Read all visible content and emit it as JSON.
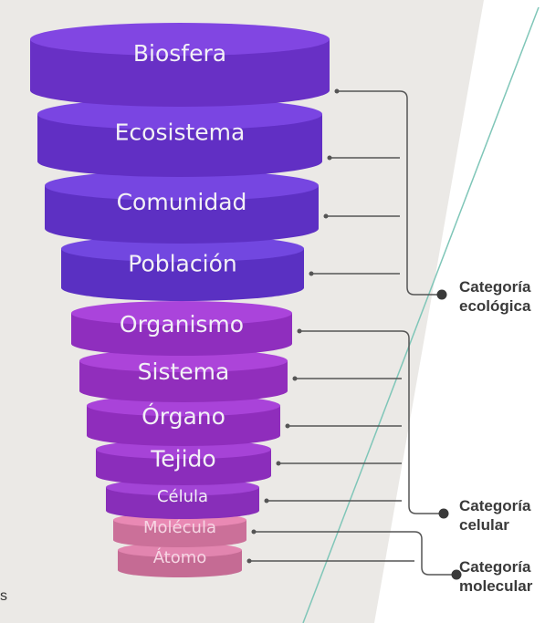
{
  "levels": [
    {
      "label": "Biosfera",
      "color": "#7636e0",
      "group": "ecologica"
    },
    {
      "label": "Ecosistema",
      "color": "#6e35df",
      "group": "ecologica"
    },
    {
      "label": "Comunidad",
      "color": "#6a36de",
      "group": "ecologica"
    },
    {
      "label": "Población",
      "color": "#6637dd",
      "group": "ecologica"
    },
    {
      "label": "Organismo",
      "color": "#a334d8",
      "group": "celular"
    },
    {
      "label": "Sistema",
      "color": "#a534d6",
      "group": "celular"
    },
    {
      "label": "Órgano",
      "color": "#a233d6",
      "group": "celular"
    },
    {
      "label": "Tejido",
      "color": "#9e33d4",
      "group": "celular"
    },
    {
      "label": "Célula",
      "color": "#9a34d2",
      "group": "celular"
    },
    {
      "label": "Molécula",
      "color": "#e77fae",
      "group": "molecular"
    },
    {
      "label": "Átomo",
      "color": "#e07aa8",
      "group": "molecular"
    }
  ],
  "categories": [
    {
      "id": "ecologica",
      "line1": "Categoría",
      "line2": "ecológica"
    },
    {
      "id": "celular",
      "line1": "Categoría",
      "line2": "celular"
    },
    {
      "id": "molecular",
      "line1": "Categoría",
      "line2": "molecular"
    }
  ],
  "stray_text": "s",
  "colors": {
    "background_panel": "#ebe9e6",
    "connector": "#555555",
    "diagonal": "#7fc6b8"
  }
}
